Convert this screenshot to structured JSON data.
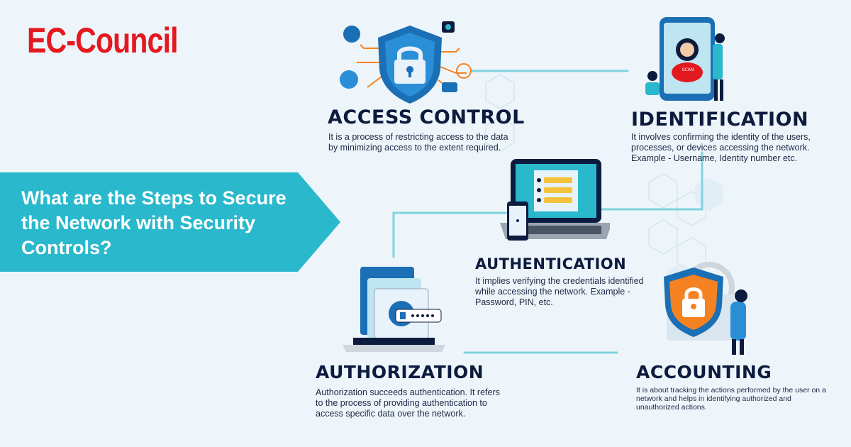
{
  "brand": {
    "logo_text": "EC-Council",
    "logo_color": "#e3191f"
  },
  "banner": {
    "title": "What are the Steps to Secure the Network with Security Controls?",
    "color": "#29b8cc"
  },
  "steps": {
    "access_control": {
      "title": "ACCESS CONTROL",
      "description": "It is a process of restricting access to the data by minimizing access to the extent required."
    },
    "identification": {
      "title": "IDENTIFICATION",
      "description": "It involves confirming the identity of the users, processes, or devices accessing the network. Example - Username, Identity number etc."
    },
    "authentication": {
      "title": "AUTHENTICATION",
      "description": "It implies verifying the credentials identified while accessing the network. Example - Password, PIN, etc."
    },
    "authorization": {
      "title": "AUTHORIZATION",
      "description": "Authorization succeeds authentication. It refers to the process of providing authentication to access specific data over the network."
    },
    "accounting": {
      "title": "ACCOUNTING",
      "description": "It is about tracking the actions performed by the user on a network and helps in identifying authorized and unauthorized actions."
    }
  },
  "illustrations": {
    "phone_scan_label": "SCAN",
    "icons": [
      "shield-lock-icon",
      "phone-face-scan-icon",
      "laptop-password-icon",
      "browser-password-icon",
      "shield-padlock-icon"
    ]
  },
  "colors": {
    "accent": "#29b8cc",
    "navy": "#0d1b3e",
    "shield_blue": "#1a6fb5",
    "lock_orange": "#f58220",
    "connector": "#7fd3df"
  }
}
